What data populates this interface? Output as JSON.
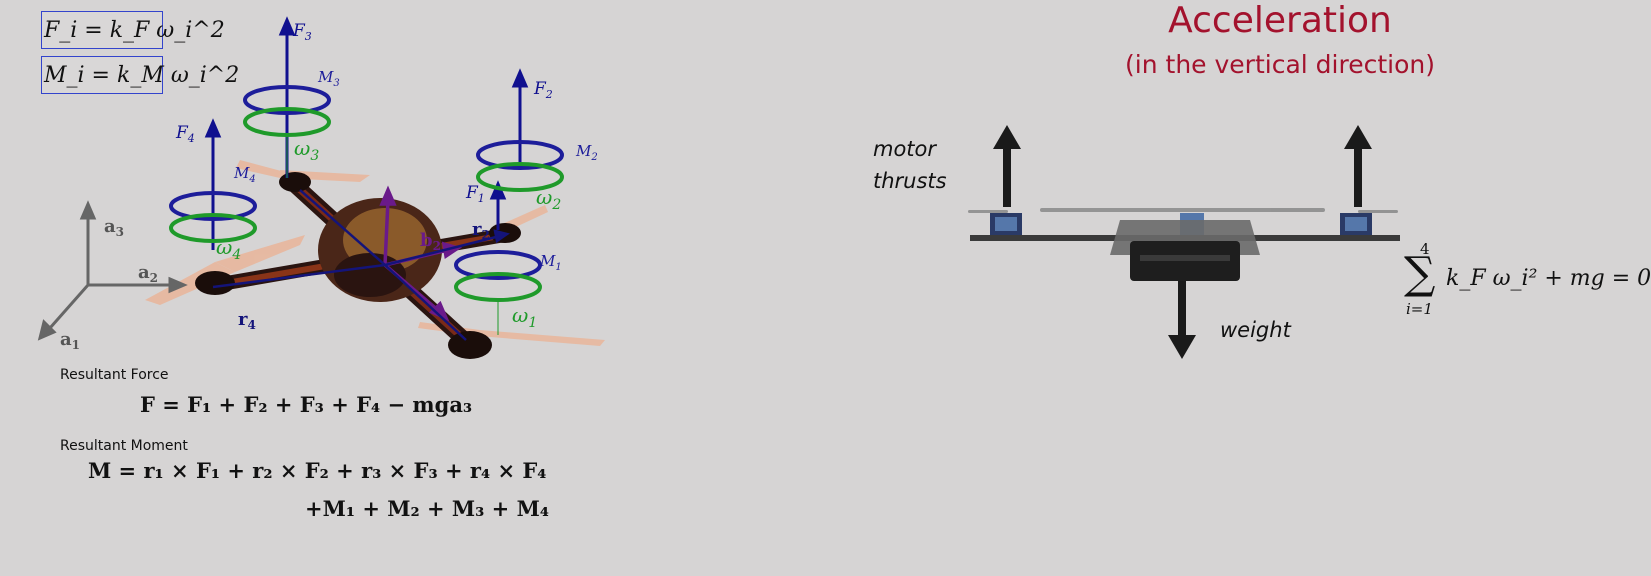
{
  "formula_box": {
    "force_law": "F_i = k_F ω_i^2",
    "moment_law": "M_i = k_M ω_i^2"
  },
  "diagram_labels": {
    "F1": "F",
    "F1_sub": "1",
    "F2": "F",
    "F2_sub": "2",
    "F3": "F",
    "F3_sub": "3",
    "F4": "F",
    "F4_sub": "4",
    "M1": "M",
    "M1_sub": "1",
    "M2": "M",
    "M2_sub": "2",
    "M3": "M",
    "M3_sub": "3",
    "M4": "M",
    "M4_sub": "4",
    "w1": "ω",
    "w1_sub": "1",
    "w2": "ω",
    "w2_sub": "2",
    "w3": "ω",
    "w3_sub": "3",
    "w4": "ω",
    "w4_sub": "4",
    "r2": "r",
    "r2_sub": "2",
    "r4": "r",
    "r4_sub": "4",
    "b2": "b",
    "b2_sub": "2",
    "a1": "a",
    "a1_sub": "1",
    "a2": "a",
    "a2_sub": "2",
    "a3": "a",
    "a3_sub": "3"
  },
  "resultant_force": {
    "heading": "Resultant Force",
    "equation": "F = F₁ + F₂ + F₃ + F₄ − mga₃"
  },
  "resultant_moment": {
    "heading": "Resultant Moment",
    "equation_line1": "M = r₁ × F₁ + r₂ × F₂ + r₃ × F₃ + r₄ × F₄",
    "equation_line2": "+M₁ + M₂ + M₃ + M₄"
  },
  "right_panel": {
    "title": "Acceleration",
    "subtitle": "(in the vertical direction)",
    "motor_label": "motor\nthrusts",
    "weight_label": "weight",
    "sum_upper": "4",
    "sum_lower": "i=1",
    "sum_symbol": "∑",
    "sum_body": "k_F ω_i² + mg = 0"
  },
  "colors": {
    "background": "#d6d4d4",
    "title": "#a3122d",
    "force_arrow": "#10108f",
    "rotor_moment": "#1d1d9a",
    "rotor_speed": "#1f9a2a",
    "body_frame": "#6a1a8a"
  }
}
